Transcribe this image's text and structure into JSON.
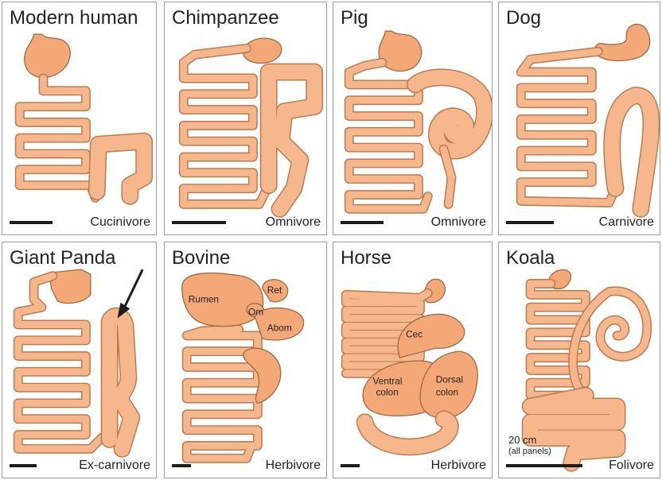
{
  "panels": [
    {
      "id": "modern-human",
      "title": "Modern human",
      "diet": "Cucinivore"
    },
    {
      "id": "chimpanzee",
      "title": "Chimpanzee",
      "diet": "Omnivore"
    },
    {
      "id": "pig",
      "title": "Pig",
      "diet": "Omnivore"
    },
    {
      "id": "dog",
      "title": "Dog",
      "diet": "Carnivore"
    },
    {
      "id": "giant-panda",
      "title": "Giant Panda",
      "diet": "Ex-carnivore"
    },
    {
      "id": "bovine",
      "title": "Bovine",
      "diet": "Herbivore"
    },
    {
      "id": "horse",
      "title": "Horse",
      "diet": "Herbivore"
    },
    {
      "id": "koala",
      "title": "Koala",
      "diet": "Folivore"
    }
  ],
  "organ_labels": {
    "bovine": {
      "rumen": "Rumen",
      "ret": "Ret",
      "om": "Om",
      "abom": "Abom"
    },
    "horse": {
      "cec": "Cec",
      "ventral_colon": [
        "Ventral",
        "colon"
      ],
      "dorsal_colon": [
        "Dorsal",
        "colon"
      ]
    }
  },
  "scale": {
    "length": "20 cm",
    "note": "(all panels)"
  },
  "colors": {
    "tube_fill": "#f7b78c",
    "tube_outline": "#b87a4e",
    "organ_fill": "#f5a877"
  }
}
